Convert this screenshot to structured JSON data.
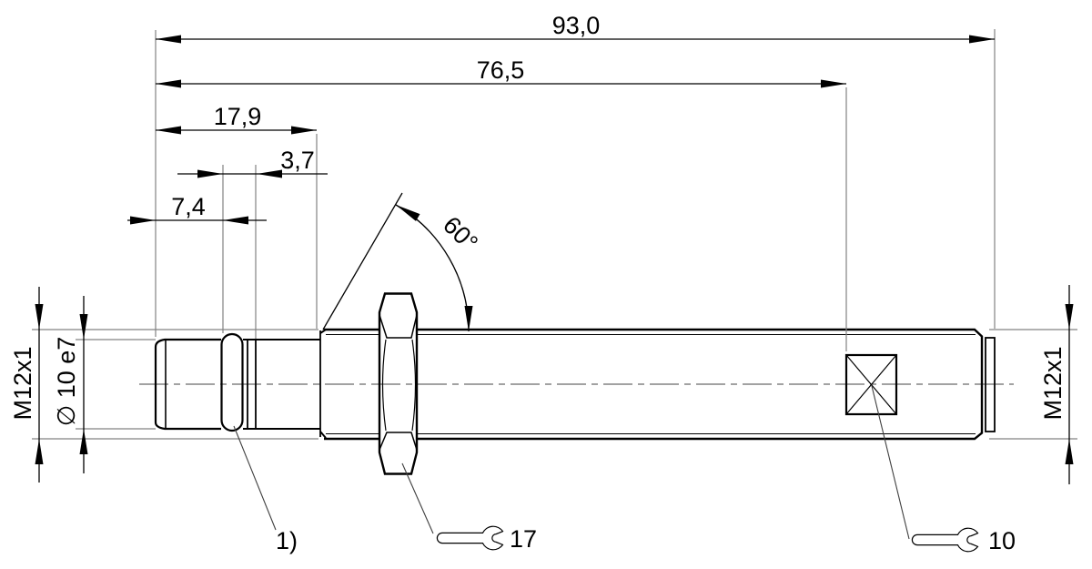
{
  "drawing": {
    "type": "technical-dimension-drawing",
    "subject": "M12 cylindrical sensor, side view",
    "colors": {
      "outline": "#000000",
      "extension_lines": "#828282",
      "background": "#ffffff"
    },
    "labels": {
      "overall_length": "93,0",
      "length_to_marker": "76,5",
      "head_length": "17,9",
      "ring_width": "3,7",
      "face_length": "7,4",
      "chamfer_angle": "60°",
      "thread_front": "M12x1",
      "thread_rear": "M12x1",
      "head_diameter": "∅ 10 e7",
      "footnote": "1)",
      "wrench_front": "17",
      "wrench_rear": "10"
    },
    "values": {
      "overall_length_mm": 93.0,
      "length_to_marker_mm": 76.5,
      "head_length_mm": 17.9,
      "ring_width_mm": 3.7,
      "face_length_mm": 7.4,
      "chamfer_angle_deg": 60,
      "thread": "M12x1",
      "head_diameter": "10 e7",
      "wrench_size_front": 17,
      "wrench_size_rear": 10
    }
  }
}
